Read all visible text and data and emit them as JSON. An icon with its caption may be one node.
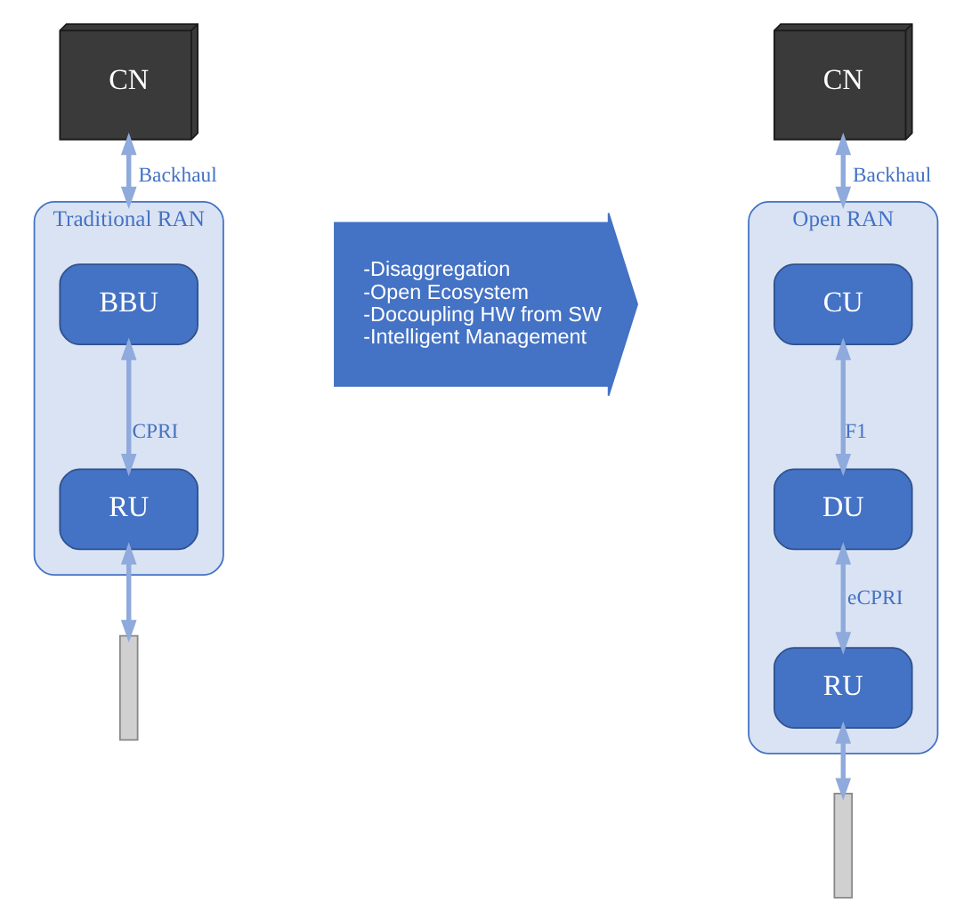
{
  "diagram": {
    "nodes": [
      {
        "text": [
          "CN"
        ]
      },
      {
        "text": [
          "Traditional RAN"
        ]
      },
      {
        "text": [
          "BBU"
        ],
        "in": 1
      },
      {
        "text": [
          "RU"
        ],
        "in": 1
      },
      {
        "text": [],
        "shape": "antenna"
      },
      {
        "text": [
          "-Disaggregation",
          "-Open Ecosystem",
          "-Docoupling HW from SW",
          "-Intelligent Management"
        ]
      },
      {
        "text": [
          "CN"
        ]
      },
      {
        "text": [
          "Open RAN"
        ]
      },
      {
        "text": [
          "CU"
        ],
        "in": 7
      },
      {
        "text": [
          "DU"
        ],
        "in": 7
      },
      {
        "text": [
          "RU"
        ],
        "in": 7
      },
      {
        "text": [],
        "shape": "antenna"
      }
    ],
    "edges": [
      {
        "from": 0,
        "to": 1,
        "arrow": "both",
        "label": "Backhaul"
      },
      {
        "from": 2,
        "to": 3,
        "arrow": "both",
        "label": "CPRI"
      },
      {
        "from": 3,
        "to": 4,
        "arrow": "both"
      },
      {
        "from": 6,
        "to": 7,
        "arrow": "both",
        "label": "Backhaul"
      },
      {
        "from": 8,
        "to": 9,
        "arrow": "both",
        "label": "F1"
      },
      {
        "from": 9,
        "to": 10,
        "arrow": "both",
        "label": "eCPRI"
      },
      {
        "from": 10,
        "to": 11,
        "arrow": "both"
      }
    ]
  }
}
